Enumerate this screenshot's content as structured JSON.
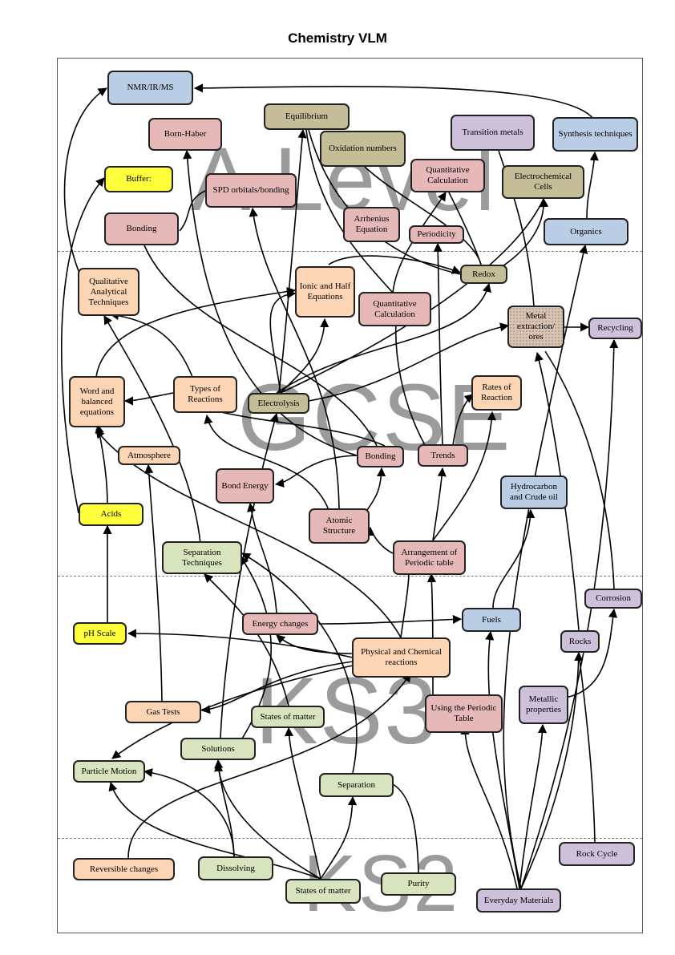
{
  "title": "Chemistry VLM",
  "watermarks": {
    "a_level": "A Level",
    "gcse": "GCSE",
    "ks3": "KS3",
    "ks2": "KS2"
  },
  "colors": {
    "yellow": "#ffff3c",
    "blue": "#b9cde5",
    "pink": "#e6b9b8",
    "tan": "#c4bd97",
    "lavender": "#ccc0da",
    "peach": "#fcd5b5",
    "green": "#d7e4bd"
  },
  "nodes": {
    "nmr": "NMR/IR/MS",
    "equilibrium": "Equilibrium",
    "born_haber": "Born-Haber",
    "transition_metals": "Transition metals",
    "synthesis": "Synthesis techniques",
    "oxidation": "Oxidation numbers",
    "buffer": "Buffer:",
    "spd": "SPD orbitals/bonding",
    "quant_a": "Quantitative Calculation",
    "electrochem": "Electrochemical Cells",
    "bonding_a": "Bonding",
    "arrhenius": "Arrhenius Equation",
    "periodicity": "Periodicity",
    "organics": "Organics",
    "qualitative": "Qualitative Analytical Techniques",
    "ionic": "Ionic and Half Equations",
    "redox": "Redox",
    "quant_g": "Quantitative Calculation",
    "metal_extraction": "Metal extraction/ ores",
    "recycling": "Recycling",
    "word_eq": "Word and balanced equations",
    "types_reactions": "Types of Reactions",
    "electrolysis": "Electrolysis",
    "rates": "Rates of Reaction",
    "atmosphere": "Atmosphere",
    "bonding_g": "Bonding",
    "trends": "Trends",
    "bond_energy": "Bond Energy",
    "hydrocarbon": "Hydrocarbon and Crude oil",
    "acids": "Acids",
    "atomic": "Atomic Structure",
    "separation_tech": "Separation Techniques",
    "arrangement": "Arrangement of Periodic table",
    "corrosion": "Corrosion",
    "energy_changes": "Energy changes",
    "fuels": "Fuels",
    "ph": "pH Scale",
    "rocks": "Rocks",
    "phys_chem": "Physical and Chemical reactions",
    "metallic": "Metallic properties",
    "gas_tests": "Gas Tests",
    "states_ks3": "States of matter",
    "using_pt": "Using the Periodic Table",
    "solutions": "Solutions",
    "particle": "Particle Motion",
    "separation": "Separation",
    "rock_cycle": "Rock Cycle",
    "reversible": "Reversible changes",
    "dissolving": "Dissolving",
    "states_ks2": "States of matter",
    "purity": "Purity",
    "everyday": "Everyday Materials"
  }
}
